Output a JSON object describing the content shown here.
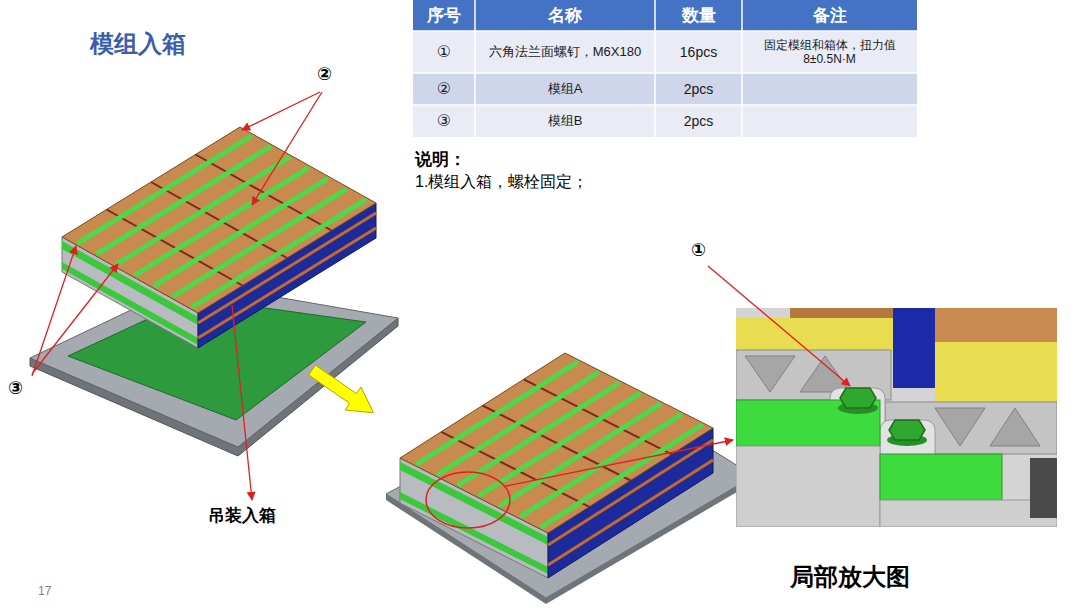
{
  "diagram": {
    "title": "模组入箱",
    "labels": [
      "序号",
      "名称",
      "数量",
      "备注",
      "①",
      "六角法兰面螺钉，M6X180",
      "16pcs",
      "固定模组和箱体，扭力值 8±0.5N·M",
      "②",
      "模组A",
      "2pcs",
      "③",
      "模组B",
      "2pcs",
      "说明：",
      "1.模组入箱，螺栓固定；",
      "②",
      "③",
      "吊装入箱",
      "①",
      "局部放大图",
      "17"
    ]
  }
}
